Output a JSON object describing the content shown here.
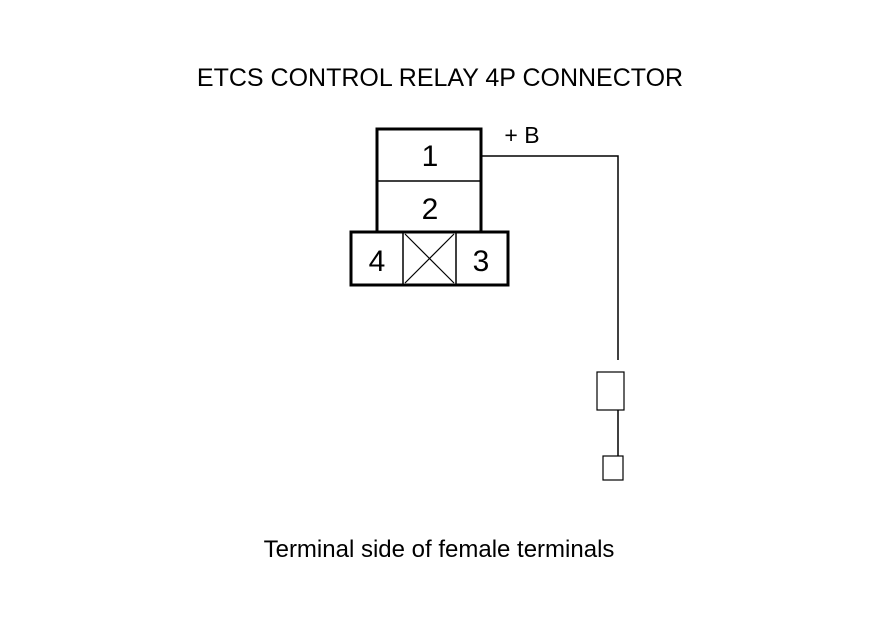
{
  "title": "ETCS CONTROL RELAY 4P CONNECTOR",
  "caption": "Terminal side of female terminals",
  "connector": {
    "terminals": [
      "1",
      "2",
      "3",
      "4"
    ],
    "wire_label": "+ B"
  },
  "colors": {
    "line": "#000000",
    "background": "#ffffff"
  }
}
